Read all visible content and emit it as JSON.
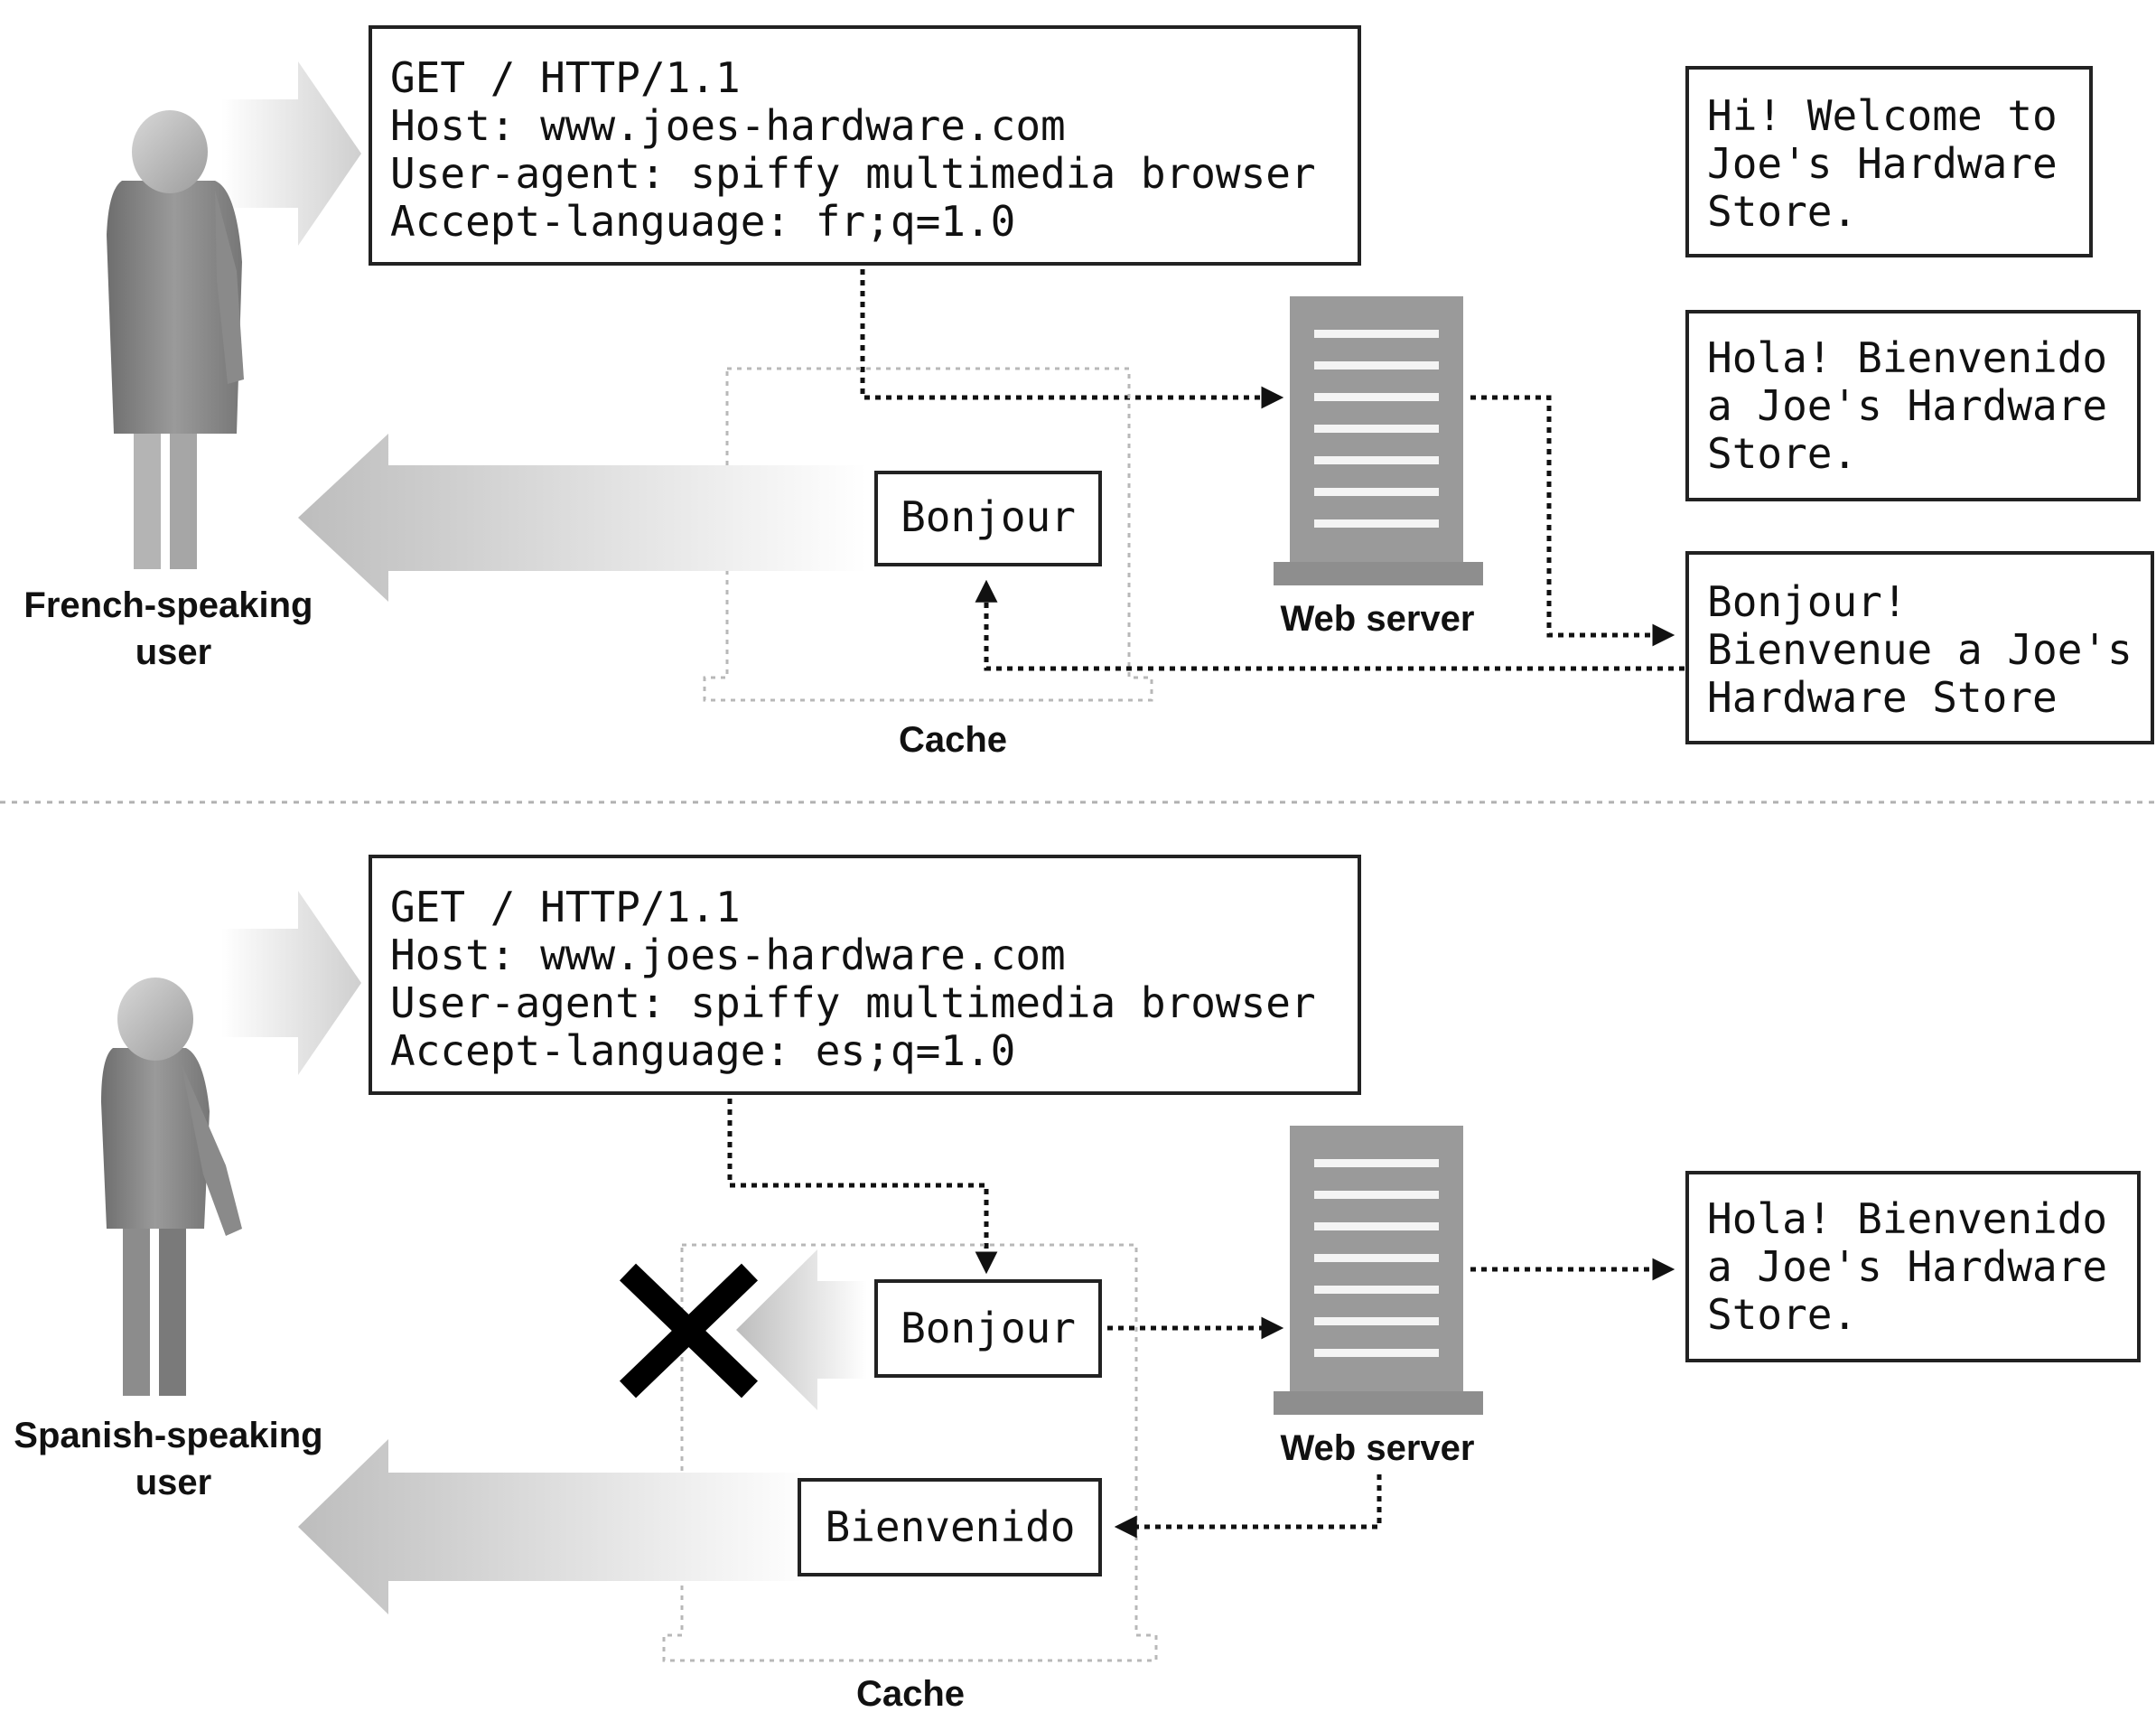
{
  "top": {
    "request": [
      "GET / HTTP/1.1",
      "Host: www.joes-hardware.com",
      "User-agent: spiffy multimedia browser",
      "Accept-language: fr;q=1.0"
    ],
    "user_label": [
      "French-speaking",
      "user"
    ],
    "cache_label": "Cache",
    "cached_doc": "Bonjour",
    "server_label": "Web server",
    "docs": {
      "english": [
        "Hi! Welcome to",
        "Joe's Hardware",
        "Store."
      ],
      "spanish": [
        "Hola! Bienvenido",
        "a Joe's Hardware",
        "Store."
      ],
      "french": [
        "Bonjour!",
        "Bienvenue a Joe's",
        "Hardware Store"
      ]
    }
  },
  "bottom": {
    "request": [
      "GET / HTTP/1.1",
      "Host: www.joes-hardware.com",
      "User-agent: spiffy multimedia browser",
      "Accept-language: es;q=1.0"
    ],
    "user_label": [
      "Spanish-speaking",
      "user"
    ],
    "cache_label": "Cache",
    "cached_doc": "Bonjour",
    "returned_doc": "Bienvenido",
    "server_label": "Web server",
    "docs": {
      "spanish": [
        "Hola! Bienvenido",
        "a Joe's Hardware",
        "Store."
      ]
    }
  },
  "colors": {
    "ink": "#111111",
    "figure": "#8a8a8a",
    "server": "#9a9a9a",
    "cache_outline": "#b8b8b8",
    "arrow_fade": "#cfcfcf"
  }
}
